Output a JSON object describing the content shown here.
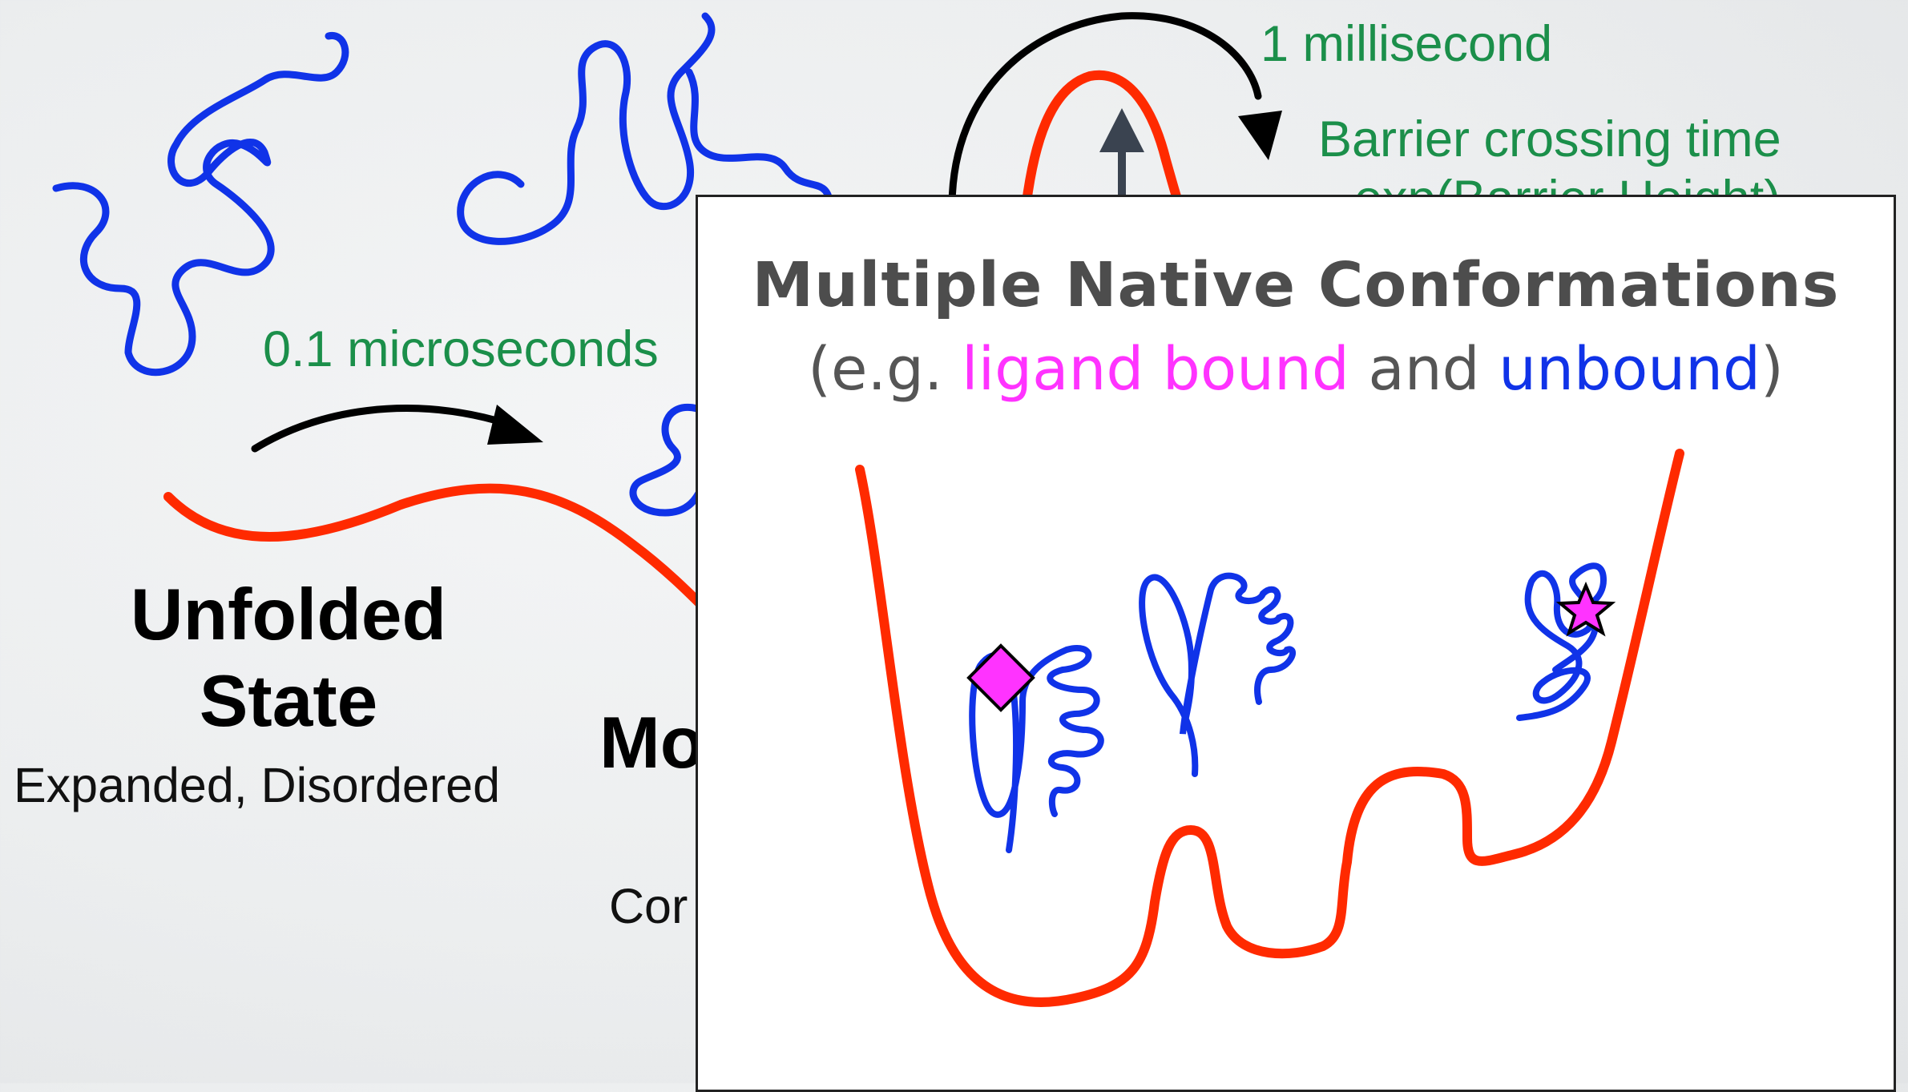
{
  "background": {
    "rate_fast": "0.1 microseconds",
    "rate_slow": "1 millisecond",
    "barrier_label": "Barrier crossing time",
    "barrier_formula": "exp(Barrier Height)",
    "unfolded_title_line1": "Unfolded",
    "unfolded_title_line2": "State",
    "unfolded_desc": "Expanded, Disordered",
    "partial_title": "Mo",
    "partial_desc": "Cor"
  },
  "panel": {
    "title": "Multiple Native Conformations",
    "subtitle_open": "(e.g. ",
    "subtitle_ligand": "ligand bound",
    "subtitle_and": " and ",
    "subtitle_unbound": "unbound",
    "subtitle_close": ")"
  },
  "colors": {
    "landscape": "#ff2a00",
    "protein": "#1033e8",
    "ligand": "#ff33ff",
    "annotation": "#1b8f4a",
    "arrow": "#000000",
    "panel_title": "#4d4d4d"
  }
}
